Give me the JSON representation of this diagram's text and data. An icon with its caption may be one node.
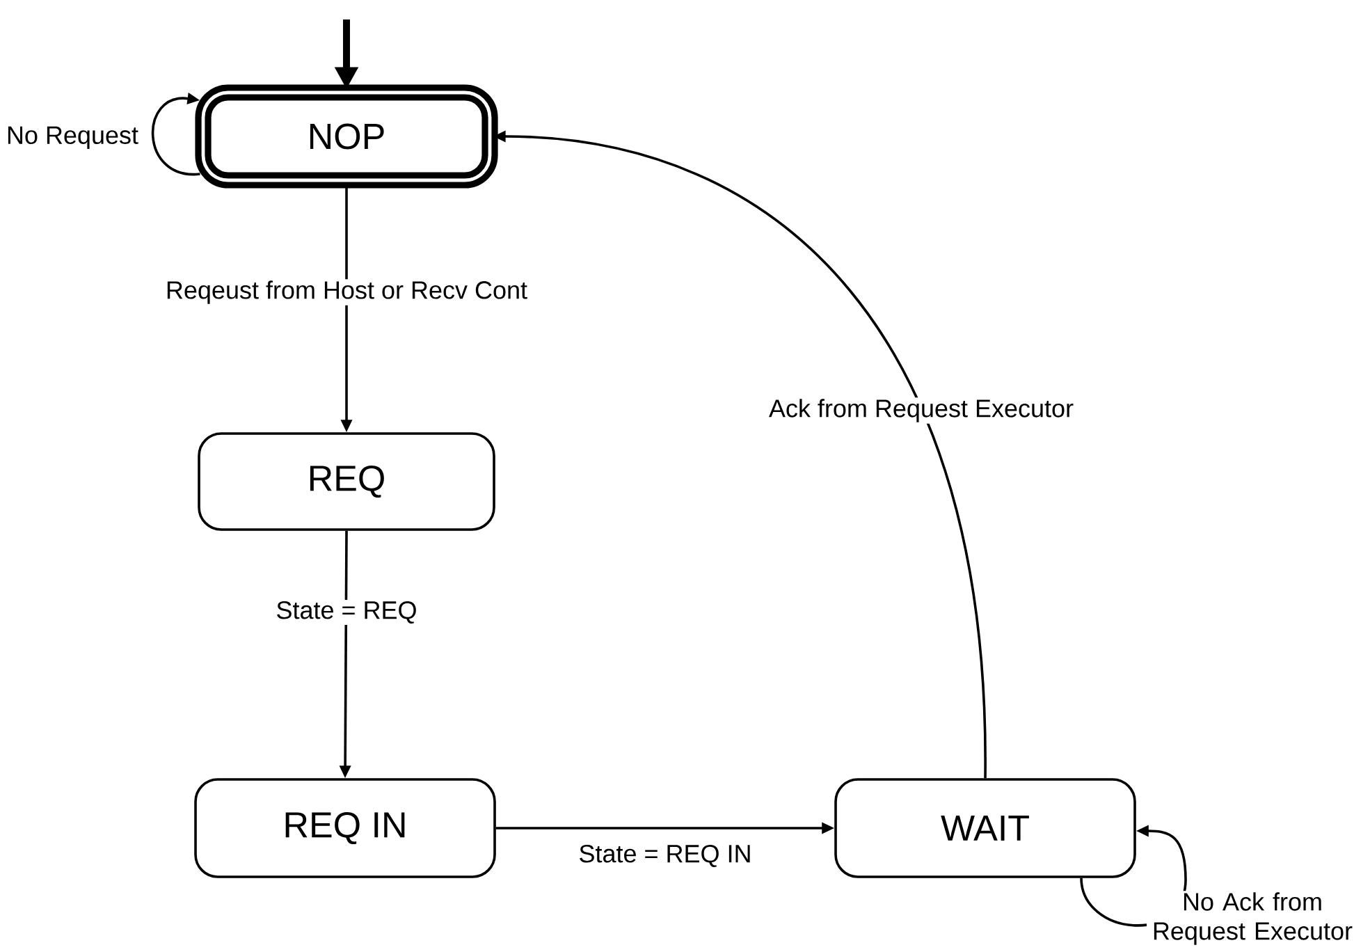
{
  "diagram": {
    "nodes": [
      {
        "text": [
          "NOP"
        ]
      },
      {
        "text": [
          "REQ"
        ]
      },
      {
        "text": [
          "REQ IN"
        ]
      },
      {
        "text": [
          "WAIT"
        ]
      }
    ],
    "edges": [
      {
        "from": null,
        "to": 0,
        "arrow": "to",
        "style": "thick"
      },
      {
        "from": 0,
        "to": 0,
        "arrow": "to",
        "label": "No Request"
      },
      {
        "from": 0,
        "to": 1,
        "arrow": "to",
        "label": "Reqeust from Host or Recv Cont"
      },
      {
        "from": 1,
        "to": 2,
        "arrow": "to",
        "label": "State = REQ"
      },
      {
        "from": 2,
        "to": 3,
        "arrow": "to",
        "label": "State = REQ IN"
      },
      {
        "from": 3,
        "to": 0,
        "arrow": "to",
        "label": "Ack from Request Executor"
      },
      {
        "from": 3,
        "to": 3,
        "arrow": "to",
        "label": "No Ack from Request Executor"
      }
    ]
  }
}
